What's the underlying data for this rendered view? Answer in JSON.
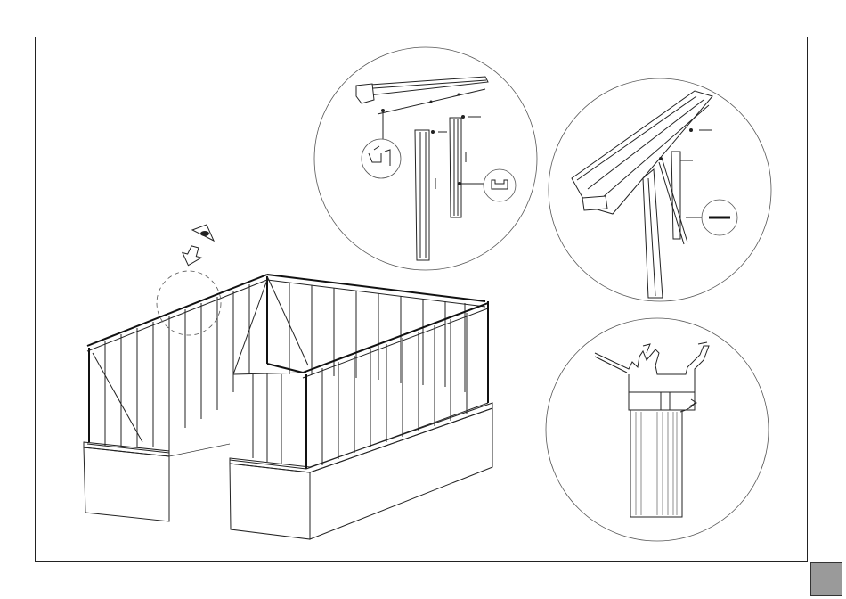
{
  "page": {
    "has_page_tab": true,
    "tab_color": "#9a9a9a",
    "line_color": "#222222"
  },
  "illustrations": [
    {
      "name": "greenhouse-frame-on-base",
      "description_visible": false
    },
    {
      "name": "detail-eave-and-glazing-bar",
      "kind": "magnified-circle"
    },
    {
      "name": "detail-ridge-and-roof-bar",
      "kind": "magnified-circle"
    },
    {
      "name": "detail-wall-profile-section",
      "kind": "magnified-circle"
    }
  ],
  "icons": [
    "eye-icon",
    "down-arrow-icon",
    "profile-callout-icon",
    "dash-callout-icon"
  ]
}
